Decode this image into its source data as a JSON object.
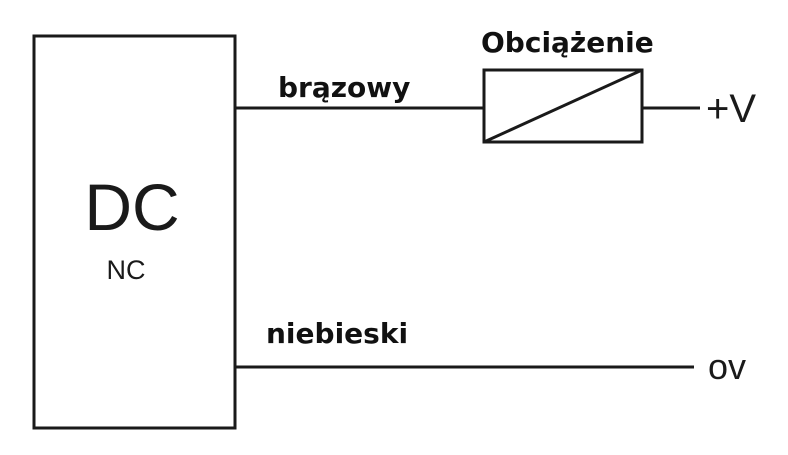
{
  "device": {
    "title": "DC",
    "subtitle": "NC"
  },
  "wires": {
    "top_label": "brązowy",
    "bottom_label": "niebieski"
  },
  "load": {
    "label": "Obciążenie"
  },
  "terminals": {
    "positive": "+V",
    "ground": "ov"
  },
  "colors": {
    "line": "#1a1a1a",
    "background": "#ffffff"
  }
}
